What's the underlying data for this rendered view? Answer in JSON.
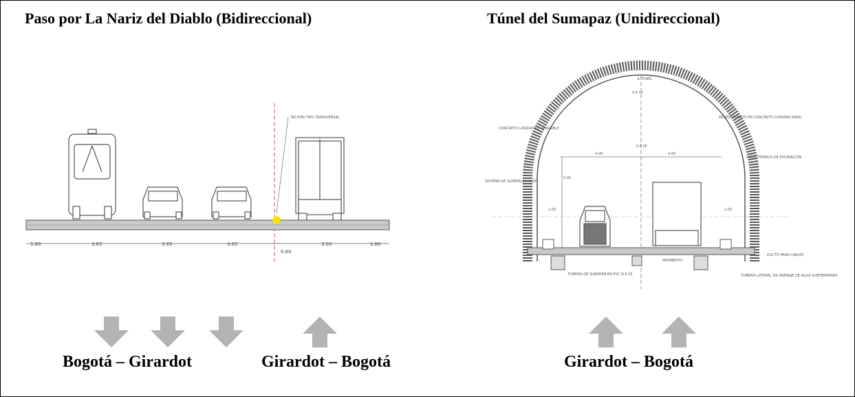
{
  "left_panel": {
    "title": "Paso por La Nariz del Diablo (Bidireccional)",
    "annotation": "TACHÓN TIPO TRANSVERSAL",
    "dimensions": [
      "1.80",
      "3.65",
      "3.65",
      "3.65",
      "3.65",
      "1.80",
      "0.60"
    ],
    "direction_down_label": "Bogotá – Girardot",
    "direction_up_label": "Girardot – Bogotá"
  },
  "right_panel": {
    "title": "Túnel del Sumapaz (Unidireccional)",
    "direction_up_label": "Girardot – Bogotá",
    "annotations": {
      "axis": "℄ TÚNEL",
      "top_level": "5.6 ml",
      "lining": "REVESTIMIENTO EN CONCRETO CONVENCIONAL",
      "shotcrete": "CONCRETO LANZADO E=VARIABLE",
      "excavation": "LÍNEA TEÓRICA DE EXCAVACIÓN",
      "superelevation": "SISTEMA DE SUPERELEVACIÓN",
      "ducts": "DUCTO PARA CABLES",
      "pavement": "PAVIMENTO",
      "drain_pipe": "TUBERÍA DE SUBDREN EN PVC Ø 0.15",
      "side_pipe": "TUBERÍA LATERAL DE DRENAJE DE AGUA SUBTERRÁNEA",
      "mid_level": "0.5 0P",
      "width_left": "4.00",
      "width_right": "4.00",
      "height": "5.00",
      "side_left": "1.00",
      "side_right": "1.00"
    }
  },
  "colors": {
    "arrow": "#b3b3b3",
    "drawing": "#555555",
    "marker": "#f2e600",
    "guide_line": "#e05050"
  }
}
